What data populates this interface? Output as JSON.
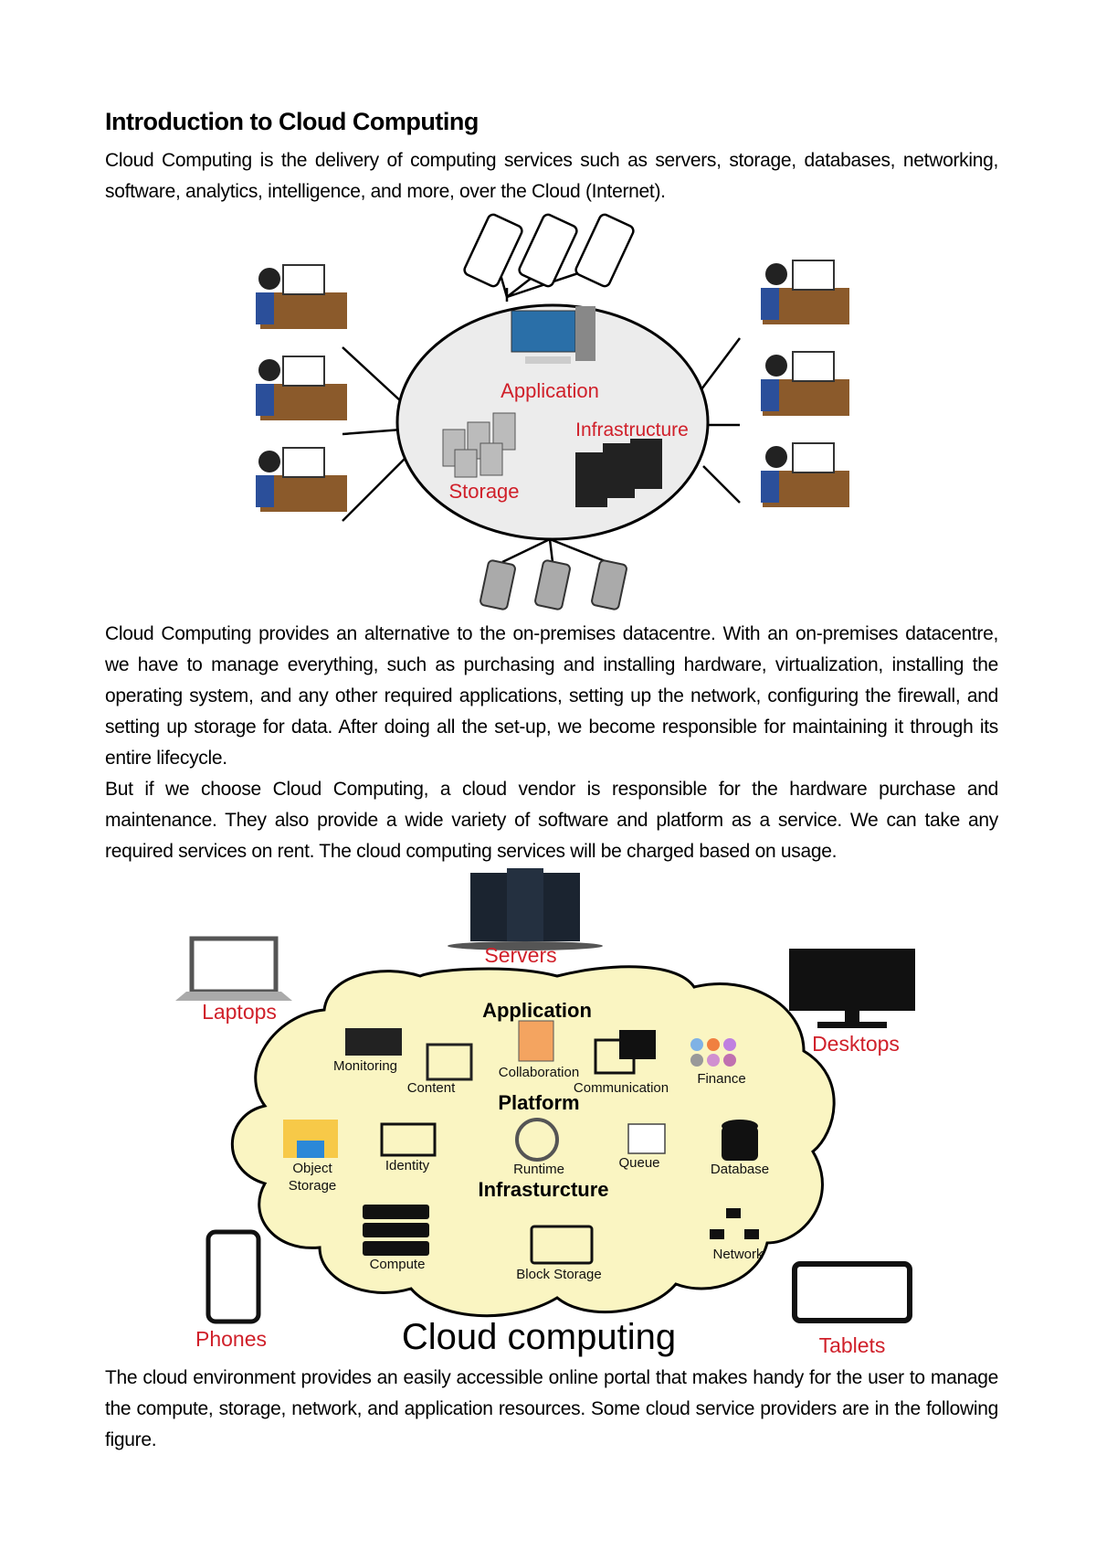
{
  "title": "Introduction to Cloud Computing",
  "intro": "Cloud Computing is the delivery of computing services such as servers, storage, databases, networking, software, analytics, intelligence, and more, over the Cloud (Internet).",
  "figure1": {
    "labels": {
      "application": "Application",
      "infrastructure": "Infrastructure",
      "storage": "Storage"
    },
    "label_color": "#d0202a"
  },
  "para2": [
    "Cloud Computing provides an alternative to the on-premises datacentre. With an on-premises datacentre, we have to manage everything, such as purchasing and installing hardware, virtualization, installing the operating system, and any other required applications, setting up the network, configuring the firewall, and setting up storage for data. After doing all the set-up, we become responsible for maintaining it through its entire lifecycle.",
    "But if we choose Cloud Computing, a cloud vendor is responsible for the hardware purchase and maintenance. They also provide a wide variety of software and platform as a service. We can take any required services on rent. The cloud computing services will be charged based on usage."
  ],
  "figure2": {
    "title": "Cloud computing",
    "devices": {
      "servers": "Servers",
      "laptops": "Laptops",
      "desktops": "Desktops",
      "phones": "Phones",
      "tablets": "Tablets"
    },
    "sections": {
      "application": "Application",
      "platform": "Platform",
      "infrastructure": "Infrasturcture"
    },
    "items": {
      "monitoring": "Monitoring",
      "content": "Content",
      "collaboration": "Collaboration",
      "communication": "Communication",
      "finance": "Finance",
      "object_storage_1": "Object",
      "object_storage_2": "Storage",
      "identity": "Identity",
      "runtime": "Runtime",
      "queue": "Queue",
      "database": "Database",
      "compute": "Compute",
      "block_storage": "Block Storage",
      "network": "Network"
    },
    "cloud_fill": "#faf5c2",
    "label_color": "#d0202a"
  },
  "para3": "The cloud environment provides an easily accessible online portal that makes handy for the user to manage the compute, storage, network, and application resources. Some cloud service providers are in the following figure."
}
